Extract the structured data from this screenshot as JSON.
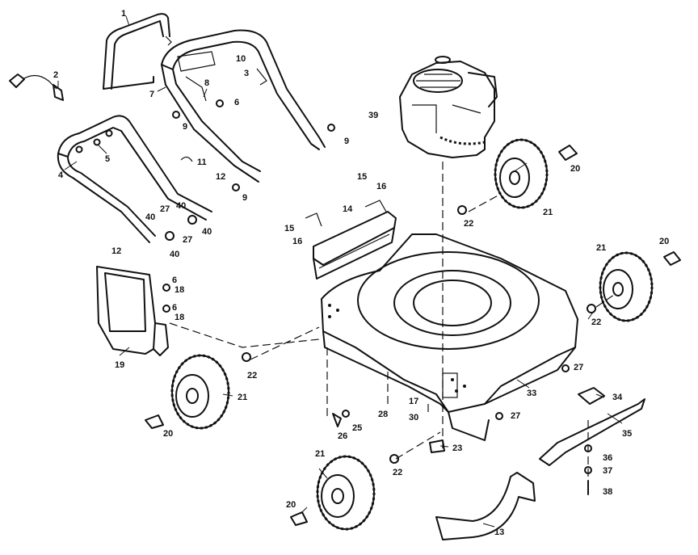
{
  "callouts": [
    {
      "id": "1",
      "text": "1"
    },
    {
      "id": "2",
      "text": "2"
    },
    {
      "id": "3",
      "text": "3"
    },
    {
      "id": "4",
      "text": "4"
    },
    {
      "id": "5",
      "text": "5"
    },
    {
      "id": "6a",
      "text": "6"
    },
    {
      "id": "6b",
      "text": "6"
    },
    {
      "id": "6c",
      "text": "6"
    },
    {
      "id": "7",
      "text": "7"
    },
    {
      "id": "8",
      "text": "8"
    },
    {
      "id": "9a",
      "text": "9"
    },
    {
      "id": "9b",
      "text": "9"
    },
    {
      "id": "9c",
      "text": "9"
    },
    {
      "id": "10",
      "text": "10"
    },
    {
      "id": "11",
      "text": "11"
    },
    {
      "id": "12a",
      "text": "12"
    },
    {
      "id": "12b",
      "text": "12"
    },
    {
      "id": "13",
      "text": "13"
    },
    {
      "id": "14",
      "text": "14"
    },
    {
      "id": "15a",
      "text": "15"
    },
    {
      "id": "15b",
      "text": "15"
    },
    {
      "id": "16a",
      "text": "16"
    },
    {
      "id": "16b",
      "text": "16"
    },
    {
      "id": "17",
      "text": "17"
    },
    {
      "id": "18a",
      "text": "18"
    },
    {
      "id": "18b",
      "text": "18"
    },
    {
      "id": "19",
      "text": "19"
    },
    {
      "id": "20a",
      "text": "20"
    },
    {
      "id": "20b",
      "text": "20"
    },
    {
      "id": "20c",
      "text": "20"
    },
    {
      "id": "20d",
      "text": "20"
    },
    {
      "id": "21a",
      "text": "21"
    },
    {
      "id": "21b",
      "text": "21"
    },
    {
      "id": "21c",
      "text": "21"
    },
    {
      "id": "21d",
      "text": "21"
    },
    {
      "id": "22a",
      "text": "22"
    },
    {
      "id": "22b",
      "text": "22"
    },
    {
      "id": "22c",
      "text": "22"
    },
    {
      "id": "22d",
      "text": "22"
    },
    {
      "id": "23",
      "text": "23"
    },
    {
      "id": "25",
      "text": "25"
    },
    {
      "id": "26",
      "text": "26"
    },
    {
      "id": "27a",
      "text": "27"
    },
    {
      "id": "27b",
      "text": "27"
    },
    {
      "id": "27c",
      "text": "27"
    },
    {
      "id": "27d",
      "text": "27"
    },
    {
      "id": "28",
      "text": "28"
    },
    {
      "id": "30",
      "text": "30"
    },
    {
      "id": "33",
      "text": "33"
    },
    {
      "id": "34",
      "text": "34"
    },
    {
      "id": "35",
      "text": "35"
    },
    {
      "id": "36",
      "text": "36"
    },
    {
      "id": "37",
      "text": "37"
    },
    {
      "id": "38",
      "text": "38"
    },
    {
      "id": "39",
      "text": "39"
    },
    {
      "id": "40a",
      "text": "40"
    },
    {
      "id": "40b",
      "text": "40"
    },
    {
      "id": "40c",
      "text": "40"
    },
    {
      "id": "40d",
      "text": "40"
    }
  ]
}
